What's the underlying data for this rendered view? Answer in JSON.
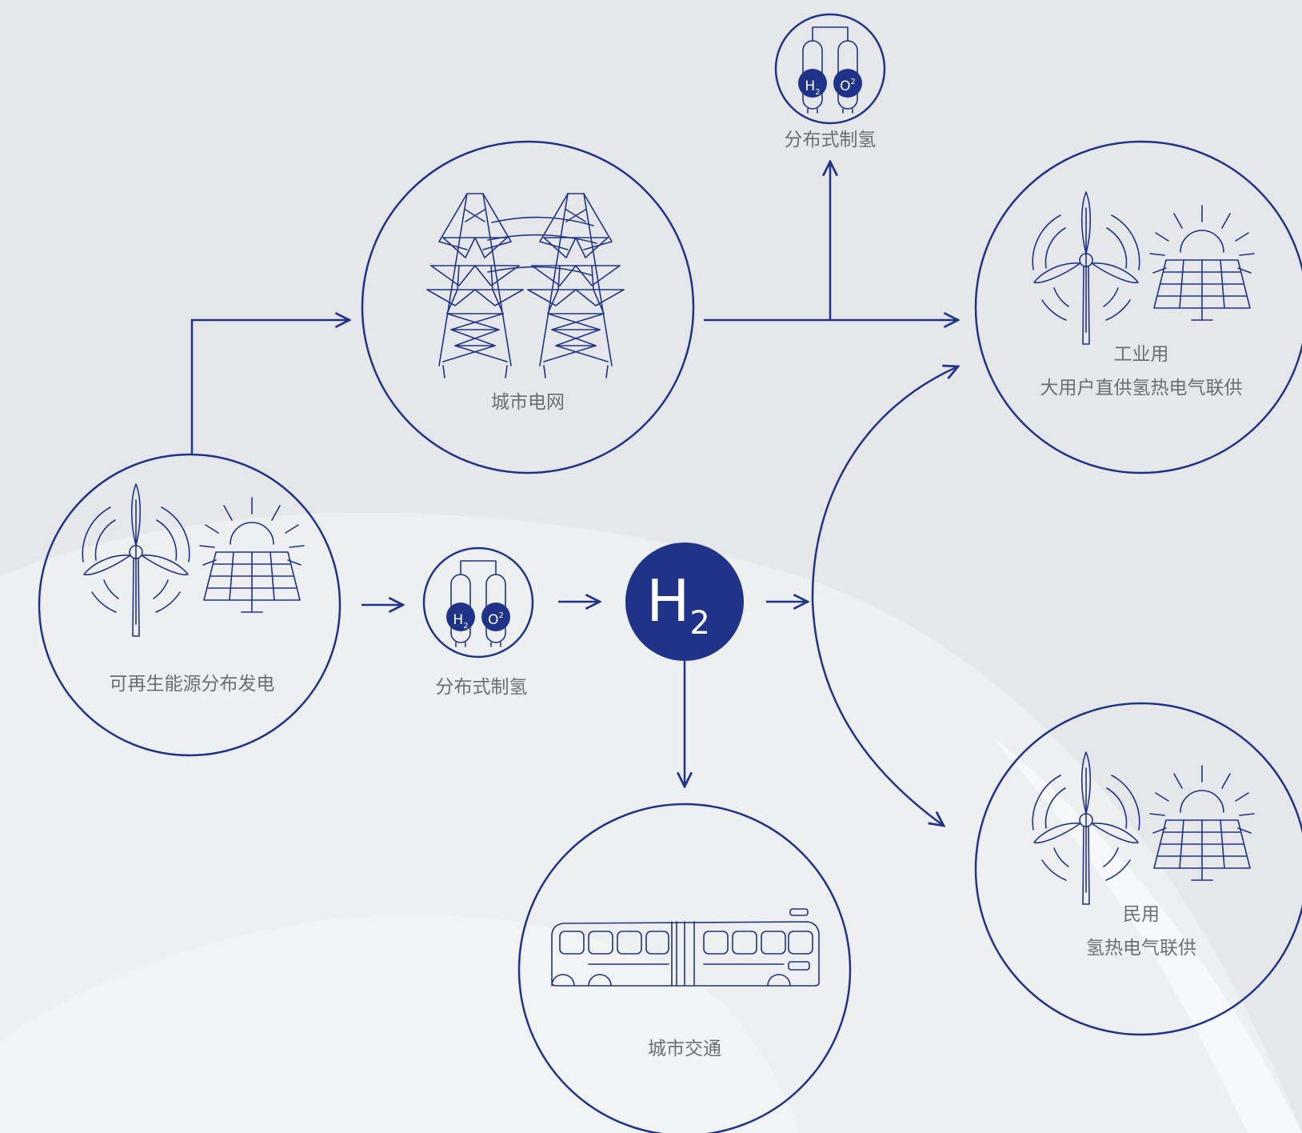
{
  "nodes": {
    "renewable": {
      "label": "可再生能源分布发电"
    },
    "electrolyzer_main": {
      "label": "分布式制氢"
    },
    "electrolyzer_top": {
      "label": "分布式制氢"
    },
    "city_grid": {
      "label": "城市电网"
    },
    "hydrogen": {
      "symbol": "H",
      "subscript": "2"
    },
    "industrial": {
      "label_line1": "工业用",
      "label_line2": "大用户直供氢热电气联供"
    },
    "civil": {
      "label_line1": "民用",
      "label_line2": "氢热电气联供"
    },
    "transport": {
      "label": "城市交通"
    }
  },
  "icons": {
    "h2_tank": {
      "symbol": "H",
      "subscript": "2"
    },
    "o2_tank": {
      "symbol": "O",
      "subscript": "2"
    }
  },
  "colors": {
    "accent": "#1f3488",
    "background": "#e6e7ea",
    "label": "#6b6e75"
  }
}
